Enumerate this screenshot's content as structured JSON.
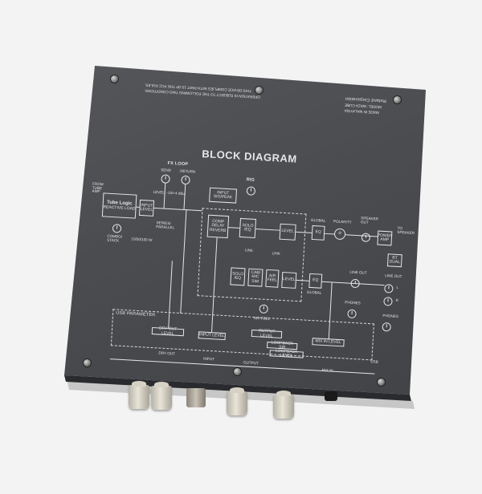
{
  "diagram": {
    "title": "BLOCK DIAGRAM",
    "fx_loop": "FX LOOP",
    "send": "SEND",
    "return": "RETURN",
    "level_select": "LEVEL: -10/+4 dBu",
    "from_tube_amp": "FROM TUBE AMP",
    "tube_logic": "Tube Logic",
    "reactive_load": "REACTIVE LOAD",
    "input_level": "INPUT LEVEL",
    "series_parallel": "SERIES/ PARALLEL",
    "combo_stack": "COMBO/ STACK",
    "watts": "10/50/100 W",
    "input_sig_peak": "INPUT SIG/PEAK",
    "rig": "RIG",
    "comp_delay_reverb": "COMP DELAY REVERB",
    "solo_eq_top": "SOLO /EQ",
    "level_top": "LEVEL",
    "link_a": "LINK",
    "link_b": "LINK",
    "solo_eq_bottom": "SOLO /EQ",
    "cab_mic_sim": "CAB/ MIC SIM",
    "air_feel_box": "AIR FEEL",
    "level_bottom": "LEVEL",
    "global_top": "GLOBAL",
    "eq_top": "EQ",
    "eq_bottom": "EQ",
    "global_bottom": "GLOBAL",
    "polarity": "POLARITY",
    "speaker_out": "SPEAKER OUT",
    "power_amp": "POWER AMP",
    "to_speaker": "TO SPEAKER",
    "bt_dual": "BT DUAL",
    "line_out_l": "LINE OUT",
    "line_out_r": "LINE OUT",
    "l_label": "L",
    "r_label": "R",
    "phones": "PHONES",
    "phones_right": "PHONES",
    "air_feel": "AIR FEEL",
    "usb_parameter": "USB PARAMETER",
    "dry_out_level": "DRY OUT LEVEL",
    "input_level_usb": "INPUT LEVEL",
    "output_level": "OUTPUT LEVEL",
    "loopback_sw": "LOOPBACK SW",
    "mix_in_level": "MIX IN LEVEL",
    "loopback_level": "LOOPBACK LEVEL",
    "dry_out": "DRY OUT",
    "input": "INPUT",
    "output": "OUTPUT",
    "mix_in": "MIX IN",
    "usb": "USB"
  },
  "label_text": {
    "brand": "Roland Corporation",
    "model": "MODEL: WAZA CUBE",
    "made_in": "MADE IN MALAYSIA",
    "fcc_line1": "THIS DEVICE COMPLIES WITH PART 15 OF THE FCC RULES.",
    "fcc_line2": "OPERATION IS SUBJECT TO THE FOLLOWING TWO CONDITIONS:"
  },
  "colors": {
    "device_body": "#4a4c50",
    "print": "#e6e6e6",
    "knob_cap": "#e9e4d8"
  }
}
